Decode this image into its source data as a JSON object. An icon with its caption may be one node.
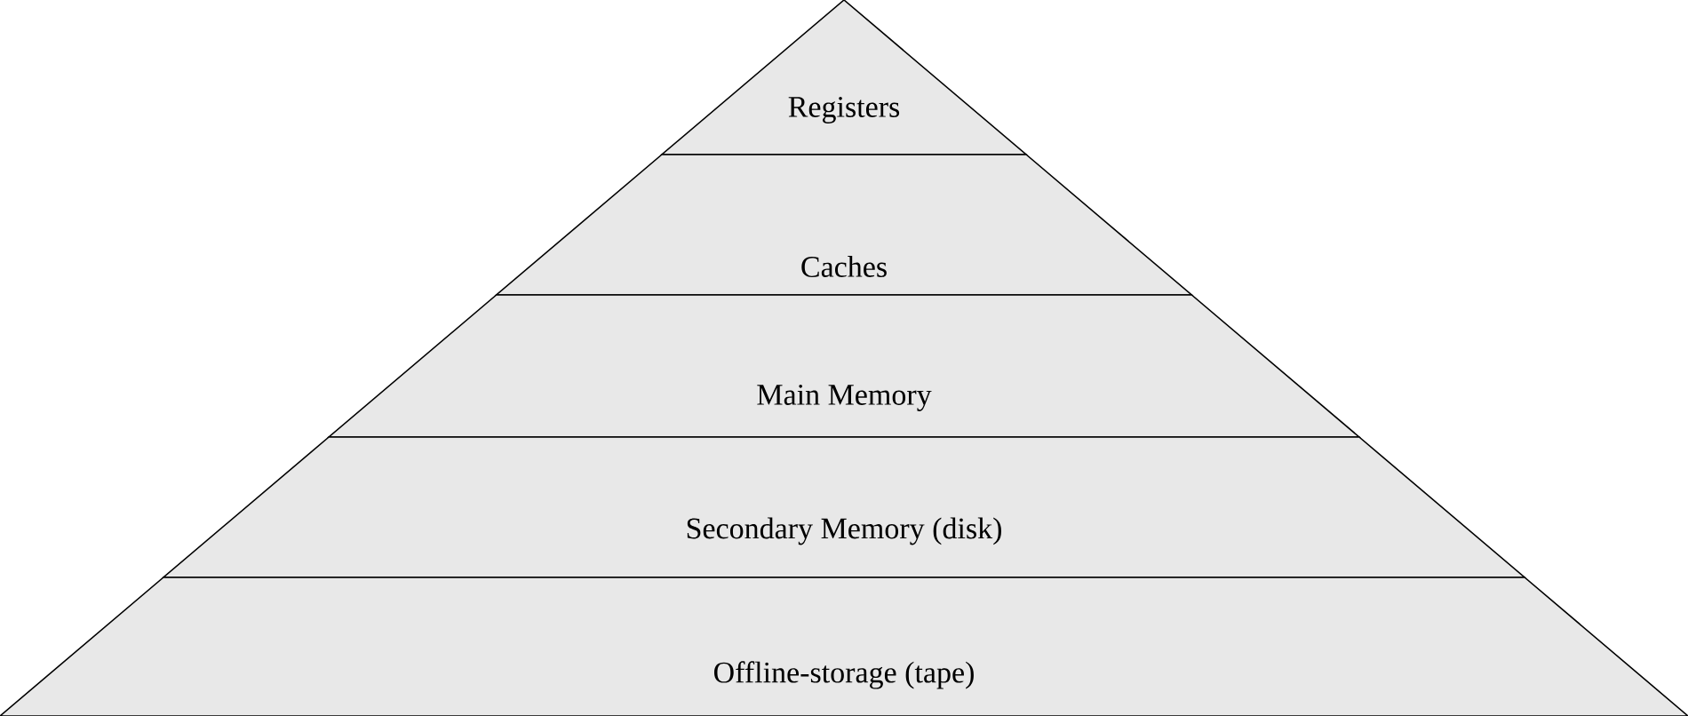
{
  "diagram": {
    "nodes": [
      {
        "text": [
          "Registers"
        ]
      },
      {
        "text": [
          "Caches"
        ]
      },
      {
        "text": [
          "Main Memory"
        ]
      },
      {
        "text": [
          "Secondary Memory (disk)"
        ]
      },
      {
        "text": [
          "Offline-storage (tape)"
        ]
      }
    ]
  }
}
